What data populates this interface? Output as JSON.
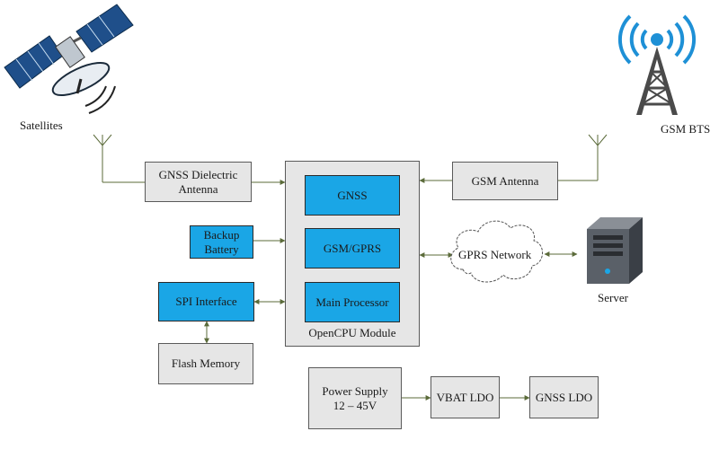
{
  "labels": {
    "satellites": "Satellites",
    "gsm_bts": "GSM BTS",
    "gnss_antenna": "GNSS Dielectric\nAntenna",
    "gsm_antenna": "GSM Antenna",
    "backup_battery": "Backup\nBattery",
    "spi_interface": "SPI Interface",
    "flash_memory": "Flash Memory",
    "gnss": "GNSS",
    "gsm_gprs": "GSM/GPRS",
    "main_processor": "Main Processor",
    "opencpu_module": "OpenCPU Module",
    "gprs_network": "GPRS Network",
    "server": "Server",
    "power_supply": "Power Supply\n12 – 45V",
    "vbat_ldo": "VBAT LDO",
    "gnss_ldo": "GNSS LDO"
  },
  "colors": {
    "box_gray": "#e6e6e6",
    "box_blue": "#1aa6e6",
    "line": "#5b6b3a"
  },
  "icons": [
    "satellite-icon",
    "cell-tower-icon",
    "server-icon",
    "antenna-icon",
    "cloud-icon"
  ]
}
